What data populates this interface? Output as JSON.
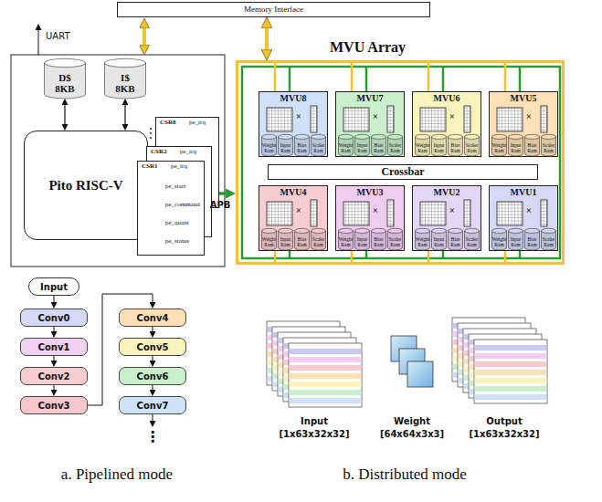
{
  "diagram": {
    "nodes": [
      {
        "text": [
          "Memory Interface"
        ]
      },
      {
        "text": [
          "D$ 8KB"
        ]
      },
      {
        "text": [
          "I$ 8KB"
        ]
      },
      {
        "text": [
          "Pito RISC-V"
        ]
      },
      {
        "text": [
          "CSR8",
          "pe_irq"
        ]
      },
      {
        "text": [
          "CSR2",
          "pe_irq"
        ]
      },
      {
        "text": [
          "CSR1",
          "pe_irq",
          "pe_start",
          "pe_command",
          "pe_quant",
          "pe_status"
        ]
      },
      {
        "text": [
          "MVU Array"
        ]
      },
      {
        "text": [
          "MVU8",
          "×"
        ],
        "in": 7
      },
      {
        "text": [
          "Weight Ram"
        ],
        "in": 8
      },
      {
        "text": [
          "Input Ram"
        ],
        "in": 8
      },
      {
        "text": [
          "Bias Ram"
        ],
        "in": 8
      },
      {
        "text": [
          "Scaler Ram"
        ],
        "in": 8
      },
      {
        "text": [
          "MVU7",
          "×"
        ],
        "in": 7
      },
      {
        "text": [
          "Weight Ram"
        ],
        "in": 13
      },
      {
        "text": [
          "Input Ram"
        ],
        "in": 13
      },
      {
        "text": [
          "Bias Ram"
        ],
        "in": 13
      },
      {
        "text": [
          "Scaler Ram"
        ],
        "in": 13
      },
      {
        "text": [
          "MVU6",
          "×"
        ],
        "in": 7
      },
      {
        "text": [
          "Weight Ram"
        ],
        "in": 18
      },
      {
        "text": [
          "Input Ram"
        ],
        "in": 18
      },
      {
        "text": [
          "Bias Ram"
        ],
        "in": 18
      },
      {
        "text": [
          "Scaler Ram"
        ],
        "in": 18
      },
      {
        "text": [
          "MVU5",
          "×"
        ],
        "in": 7
      },
      {
        "text": [
          "Weight Ram"
        ],
        "in": 23
      },
      {
        "text": [
          "Input Ram"
        ],
        "in": 23
      },
      {
        "text": [
          "Bias Ram"
        ],
        "in": 23
      },
      {
        "text": [
          "Scaler Ram"
        ],
        "in": 23
      },
      {
        "text": [
          "Crossbar"
        ],
        "in": 7
      },
      {
        "text": [
          "MVU4",
          "×"
        ],
        "in": 7
      },
      {
        "text": [
          "Weight Ram"
        ],
        "in": 29
      },
      {
        "text": [
          "Input Ram"
        ],
        "in": 29
      },
      {
        "text": [
          "Bias Ram"
        ],
        "in": 29
      },
      {
        "text": [
          "Scaler Ram"
        ],
        "in": 29
      },
      {
        "text": [
          "MVU3",
          "×"
        ],
        "in": 7
      },
      {
        "text": [
          "Weight Ram"
        ],
        "in": 34
      },
      {
        "text": [
          "Input Ram"
        ],
        "in": 34
      },
      {
        "text": [
          "Bias Ram"
        ],
        "in": 34
      },
      {
        "text": [
          "Scaler Ram"
        ],
        "in": 34
      },
      {
        "text": [
          "MVU2",
          "×"
        ],
        "in": 7
      },
      {
        "text": [
          "Weight Ram"
        ],
        "in": 39
      },
      {
        "text": [
          "Input Ram"
        ],
        "in": 39
      },
      {
        "text": [
          "Bias Ram"
        ],
        "in": 39
      },
      {
        "text": [
          "Scaler Ram"
        ],
        "in": 39
      },
      {
        "text": [
          "MVU1",
          "×"
        ],
        "in": 7
      },
      {
        "text": [
          "Weight Ram"
        ],
        "in": 44
      },
      {
        "text": [
          "Input Ram"
        ],
        "in": 44
      },
      {
        "text": [
          "Bias Ram"
        ],
        "in": 44
      },
      {
        "text": [
          "Scaler Ram"
        ],
        "in": 44
      },
      {
        "text": [
          "Input"
        ]
      },
      {
        "text": [
          "Conv0"
        ]
      },
      {
        "text": [
          "Conv1"
        ]
      },
      {
        "text": [
          "Conv2"
        ]
      },
      {
        "text": [
          "Conv3"
        ]
      },
      {
        "text": [
          "Conv4"
        ]
      },
      {
        "text": [
          "Conv5"
        ]
      },
      {
        "text": [
          "Conv6"
        ]
      },
      {
        "text": [
          "Conv7"
        ]
      }
    ],
    "edges": [
      {
        "from": 0,
        "to": 7,
        "arrow": "both"
      },
      {
        "from": 1,
        "to": 3,
        "arrow": "both"
      },
      {
        "from": 2,
        "to": 3,
        "arrow": "both"
      },
      {
        "from": 6,
        "to": 7,
        "label": "APB",
        "arrow": "both"
      },
      {
        "from": 49,
        "to": 50,
        "arrow": "to"
      },
      {
        "from": 50,
        "to": 51,
        "arrow": "to"
      },
      {
        "from": 51,
        "to": 52,
        "arrow": "to"
      },
      {
        "from": 52,
        "to": 53,
        "arrow": "to"
      },
      {
        "from": 53,
        "to": 54,
        "arrow": "to"
      },
      {
        "from": 54,
        "to": 55,
        "arrow": "to"
      },
      {
        "from": 55,
        "to": 56,
        "arrow": "to"
      },
      {
        "from": 56,
        "to": 57,
        "arrow": "to"
      }
    ],
    "labels": [
      "UART",
      "⋮",
      "a. Pipelined mode",
      "Input",
      "[1x63x32x32]",
      "Weight",
      "[64x64x3x3]",
      "Output",
      "[1x63x32x32]",
      "b. Distributed mode"
    ]
  }
}
